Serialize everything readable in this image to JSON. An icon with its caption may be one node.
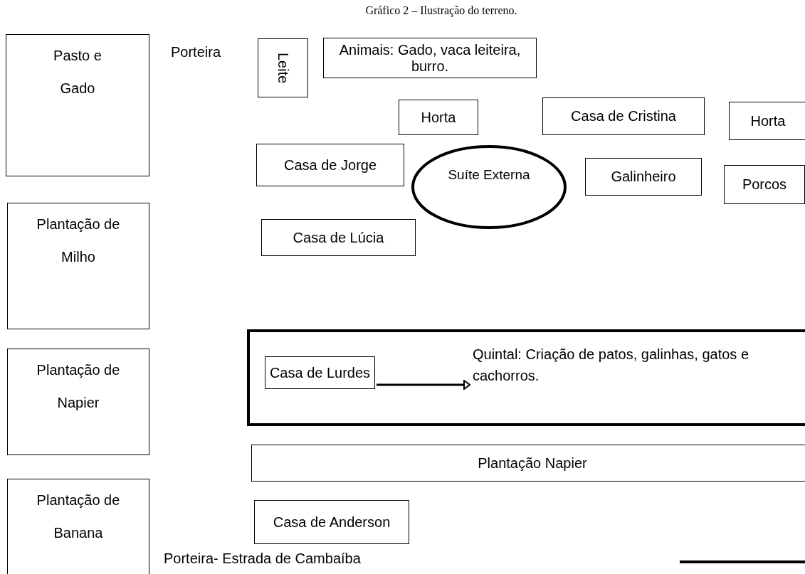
{
  "diagram": {
    "title": "Gráfico 2 – Ilustração do terreno.",
    "nodes": [
      {
        "text": [
          "Pasto e Gado"
        ]
      },
      {
        "text": [
          "Plantação de Milho"
        ]
      },
      {
        "text": [
          "Plantação de Napier"
        ]
      },
      {
        "text": [
          "Plantação de Banana"
        ]
      },
      {
        "text": [
          "Leite"
        ]
      },
      {
        "text": [
          "Animais: Gado, vaca leiteira, burro."
        ]
      },
      {
        "text": [
          "Horta"
        ]
      },
      {
        "text": [
          "Casa de Cristina"
        ]
      },
      {
        "text": [
          "Horta"
        ]
      },
      {
        "text": [
          "Casa de Jorge"
        ]
      },
      {
        "text": [
          "Suíte Externa"
        ]
      },
      {
        "text": [
          "Galinheiro"
        ]
      },
      {
        "text": [
          "Porcos"
        ]
      },
      {
        "text": [
          "Casa de Lúcia"
        ]
      },
      {
        "text": [],
        "shape": "box"
      },
      {
        "text": [
          "Casa de Lurdes"
        ],
        "in": 14
      },
      {
        "text": [
          "Quintal: Criação de patos, galinhas, gatos e cachorros."
        ],
        "in": 14
      },
      {
        "text": [
          "Plantação Napier"
        ]
      },
      {
        "text": [
          "Casa de Anderson"
        ]
      }
    ],
    "edges": [
      {
        "from": 15,
        "to": 16,
        "arrow": "to"
      }
    ],
    "labels": [
      "Porteira",
      "Porteira- Estrada de Cambaíba"
    ]
  }
}
